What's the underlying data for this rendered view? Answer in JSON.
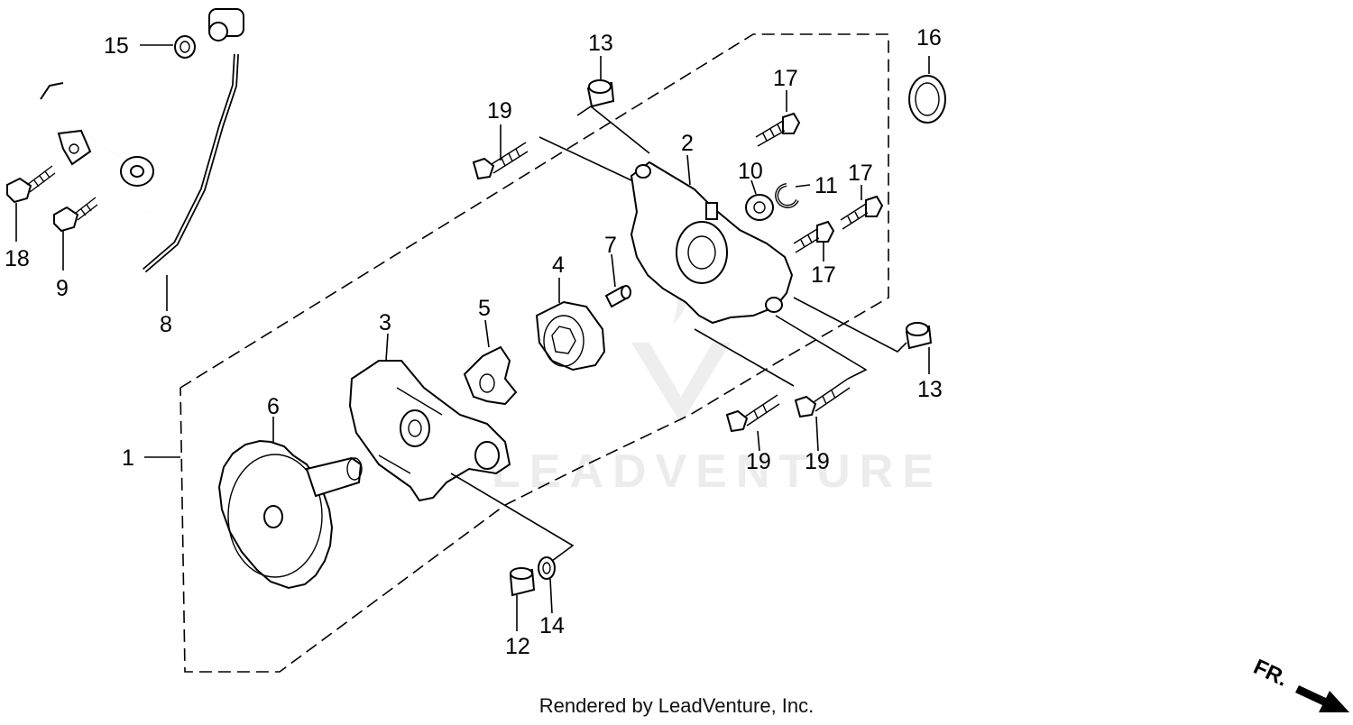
{
  "footer_text": "Rendered by LeadVenture, Inc.",
  "watermark_text": "LEADVENTURE",
  "direction_label": "FR.",
  "callouts": {
    "c1": "1",
    "c2": "2",
    "c3": "3",
    "c4": "4",
    "c5": "5",
    "c6": "6",
    "c7": "7",
    "c8": "8",
    "c9": "9",
    "c10": "10",
    "c11": "11",
    "c12": "12",
    "c13a": "13",
    "c13b": "13",
    "c14": "14",
    "c15": "15",
    "c16": "16",
    "c17a": "17",
    "c17b": "17",
    "c17c": "17",
    "c18": "18",
    "c19a": "19",
    "c19b": "19",
    "c19c": "19"
  }
}
